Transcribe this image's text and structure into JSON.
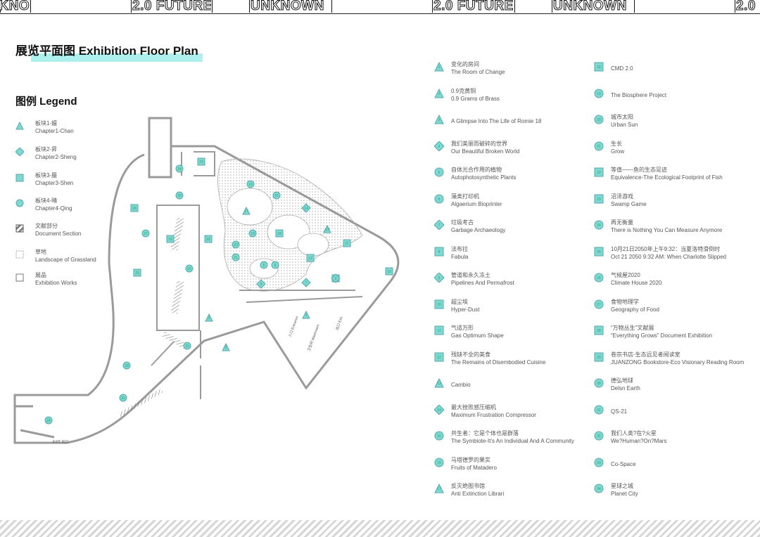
{
  "banner": {
    "segments": [
      "UNKNOWN",
      "2.0 FUTURE",
      "UNKNOWN",
      "2.0 FUTURE",
      "UNKNOWN",
      "2.0"
    ]
  },
  "title": "展览平面图 Exhibition Floor Plan",
  "legend": {
    "title": "图例 Legend",
    "items": [
      {
        "zh": "板块1-嬗",
        "en": "Chapter1-Chan",
        "icon": "triangle-icon",
        "color": "#7fd8d4"
      },
      {
        "zh": "板块2-昇",
        "en": "Chapter2-Sheng",
        "icon": "diamond-icon",
        "color": "#7fd8d4"
      },
      {
        "zh": "板块3-蜃",
        "en": "Chapter3-Shen",
        "icon": "square-icon",
        "color": "#7fd8d4"
      },
      {
        "zh": "板块4-晴",
        "en": "Chapter4-Qing",
        "icon": "circle-icon",
        "color": "#7fd8d4"
      },
      {
        "zh": "文献部分",
        "en": "Document Section",
        "icon": "hatched-square-icon",
        "color": "#555555"
      },
      {
        "zh": "草地",
        "en": "Landscape of Grassland",
        "icon": "dotted-square-icon",
        "color": "#555555"
      },
      {
        "zh": "展品",
        "en": "Exhibition Works",
        "icon": "outline-square-icon",
        "color": "#555555"
      }
    ]
  },
  "floorplan": {
    "labels": [
      "EXIT\n出口",
      "入口 Entrance",
      "卫生间 Washroom",
      "出口 Exit"
    ]
  },
  "works_left": [
    {
      "n": "1",
      "shape": "triangle",
      "zh": "变化的房间",
      "en": "The Room of Change"
    },
    {
      "n": "2",
      "shape": "triangle",
      "zh": "0.9克黄铜",
      "en": "0.9 Grams of Brass"
    },
    {
      "n": "3",
      "shape": "triangle",
      "zh": "",
      "en": "A Glimpse Into The Life of Romie 18"
    },
    {
      "n": "4",
      "shape": "diamond",
      "zh": "我们美丽而破碎的世界",
      "en": "Our Beautiful Broken World"
    },
    {
      "n": "5",
      "shape": "circle",
      "zh": "自体光合作用的植物",
      "en": "Autophotosynthetic Plants"
    },
    {
      "n": "6",
      "shape": "circle",
      "zh": "藻类打印机",
      "en": "Algaerium Bioprinter"
    },
    {
      "n": "7",
      "shape": "diamond",
      "zh": "垃圾考古",
      "en": "Garbage Archaeology"
    },
    {
      "n": "8",
      "shape": "square",
      "zh": "法布拉",
      "en": "Fabula"
    },
    {
      "n": "9",
      "shape": "diamond",
      "zh": "管道和永久冻土",
      "en": "Pipelines And Permafrost"
    },
    {
      "n": "10",
      "shape": "square",
      "zh": "超尘埃",
      "en": "Hyper-Dust"
    },
    {
      "n": "11",
      "shape": "square",
      "zh": "气适万形",
      "en": "Gas Optimum Shape"
    },
    {
      "n": "12",
      "shape": "square",
      "zh": "残缺不全的美食",
      "en": "The Remains of Disembodied Cuisine"
    },
    {
      "n": "13",
      "shape": "triangle",
      "zh": "",
      "en": "Cambio"
    },
    {
      "n": "14",
      "shape": "diamond",
      "zh": "最大挫败感压缩机",
      "en": "Maximum Frustration Compressor"
    },
    {
      "n": "15",
      "shape": "circle",
      "zh": "共生者：它是个体也是群落",
      "en": "The Symbiote-It's An Individual And A Community"
    },
    {
      "n": "16",
      "shape": "circle",
      "zh": "马塔德罗的果实",
      "en": "Fruits of Matadero"
    },
    {
      "n": "17",
      "shape": "triangle",
      "zh": "反灭绝图书馆",
      "en": "Anti Extinction Librari"
    }
  ],
  "works_right": [
    {
      "n": "18",
      "shape": "square",
      "zh": "",
      "en": "CMD 2.0"
    },
    {
      "n": "19",
      "shape": "circle",
      "zh": "",
      "en": "The Biosphere Project"
    },
    {
      "n": "20",
      "shape": "circle",
      "zh": "城市太阳",
      "en": "Urban Sun"
    },
    {
      "n": "21",
      "shape": "circle",
      "zh": "生长",
      "en": "Grow"
    },
    {
      "n": "22",
      "shape": "square",
      "zh": "等值——鱼的生态足迹",
      "en": "Equivalence-The Ecological Footprint of Fish"
    },
    {
      "n": "23",
      "shape": "square",
      "zh": "沼泽游戏",
      "en": "Swamp Game"
    },
    {
      "n": "24",
      "shape": "circle",
      "zh": "再无衡量",
      "en": "There is Nothing You Can Measure Anymore"
    },
    {
      "n": "25",
      "shape": "square",
      "zh": "10月21日2050年上午9:32：当夏洛特滑倒时",
      "en": "Oct 21 2050 9:32 AM: When Charlotte Slipped"
    },
    {
      "n": "26",
      "shape": "circle",
      "zh": "气候屋2020",
      "en": "Climate House 2020"
    },
    {
      "n": "27",
      "shape": "circle",
      "zh": "食物地理学",
      "en": "Geography of Food"
    },
    {
      "n": "28",
      "shape": "square",
      "zh": "“万物丛生”文献展",
      "en": "“Everything Grows” Document Exhibition"
    },
    {
      "n": "29",
      "shape": "square",
      "zh": "卷宗书店-生态远见者阅读室",
      "en": "JUANZONG Bookstore-Eco Visionary Reading Room"
    },
    {
      "n": "30",
      "shape": "circle",
      "zh": "德弘地球",
      "en": "Delsn Earth"
    },
    {
      "n": "31",
      "shape": "circle",
      "zh": "",
      "en": "QS-21"
    },
    {
      "n": "32",
      "shape": "circle",
      "zh": "我们人类?在?火星",
      "en": "We?Human?On?Mars"
    },
    {
      "n": "33",
      "shape": "circle",
      "zh": "",
      "en": "Co-Space"
    },
    {
      "n": "34",
      "shape": "circle",
      "zh": "星球之城",
      "en": "Planet City"
    }
  ],
  "colors": {
    "accent": "#7fd8d4",
    "highlight": "#aef0ee",
    "wall": "#9a9a9a"
  }
}
